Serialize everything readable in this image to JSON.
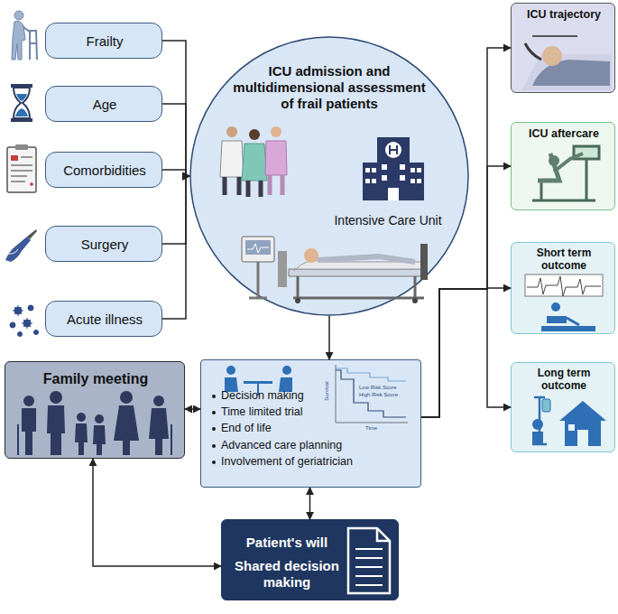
{
  "diagram": {
    "nodes": [
      {
        "text": [
          "Frailty"
        ]
      },
      {
        "text": [
          "Age"
        ]
      },
      {
        "text": [
          "Comorbidities"
        ]
      },
      {
        "text": [
          "Surgery"
        ]
      },
      {
        "text": [
          "Acute illness"
        ]
      },
      {
        "text": [
          "ICU admission and multidimensional assessment of frail patients",
          "Intensive Care Unit"
        ]
      },
      {
        "text": [
          "ICU trajectory"
        ]
      },
      {
        "text": [
          "ICU aftercare"
        ]
      },
      {
        "text": [
          "Short term outcome"
        ]
      },
      {
        "text": [
          "Long term outcome"
        ]
      },
      {
        "text": [
          "Family meeting"
        ]
      },
      {
        "text": [
          "Decision making",
          "Time limited trial",
          "End of life",
          "Advanced care planning",
          "Involvement of geriatrician"
        ]
      },
      {
        "text": [
          "Patient's will",
          "Shared decision making"
        ]
      }
    ],
    "edges": [
      {
        "from": 0,
        "to": 5,
        "arrow": "to"
      },
      {
        "from": 1,
        "to": 5,
        "arrow": "to"
      },
      {
        "from": 2,
        "to": 5,
        "arrow": "to"
      },
      {
        "from": 3,
        "to": 5,
        "arrow": "to"
      },
      {
        "from": 4,
        "to": 5,
        "arrow": "to"
      },
      {
        "from": 5,
        "to": 11,
        "arrow": "to"
      },
      {
        "from": 11,
        "to": 6,
        "arrow": "to"
      },
      {
        "from": 11,
        "to": 7,
        "arrow": "to"
      },
      {
        "from": 11,
        "to": 8,
        "arrow": "to"
      },
      {
        "from": 11,
        "to": 9,
        "arrow": "to"
      },
      {
        "from": 10,
        "to": 11,
        "arrow": "both"
      },
      {
        "from": 11,
        "to": 12,
        "arrow": "both"
      },
      {
        "from": 12,
        "to": 10,
        "arrow": "both"
      }
    ],
    "labels": [
      "Low Risk Score",
      "High Risk Score",
      "Survival",
      "Time"
    ]
  }
}
